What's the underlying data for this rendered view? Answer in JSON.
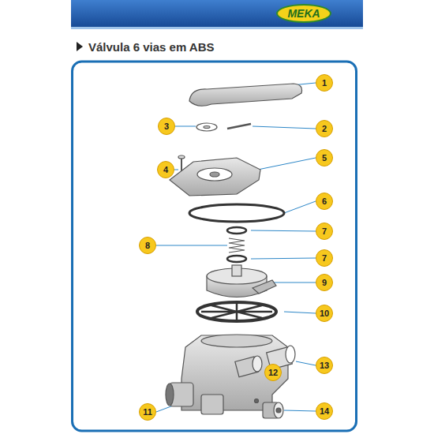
{
  "diagram": {
    "title": "Válvula 6 vias em ABS",
    "nodes": [
      {
        "text": [
          "MEKA"
        ]
      },
      {
        "text": [
          "1"
        ]
      },
      {
        "text": [
          "2"
        ]
      },
      {
        "text": [
          "3"
        ]
      },
      {
        "text": [
          "4"
        ]
      },
      {
        "text": [
          "5"
        ]
      },
      {
        "text": [
          "6"
        ]
      },
      {
        "text": [
          "7"
        ]
      },
      {
        "text": [
          "8"
        ]
      },
      {
        "text": [
          "7"
        ]
      },
      {
        "text": [
          "9"
        ]
      },
      {
        "text": [
          "10"
        ]
      },
      {
        "text": [
          "12"
        ]
      },
      {
        "text": [
          "13"
        ]
      },
      {
        "text": [
          "11"
        ]
      },
      {
        "text": [
          "14"
        ]
      }
    ]
  }
}
